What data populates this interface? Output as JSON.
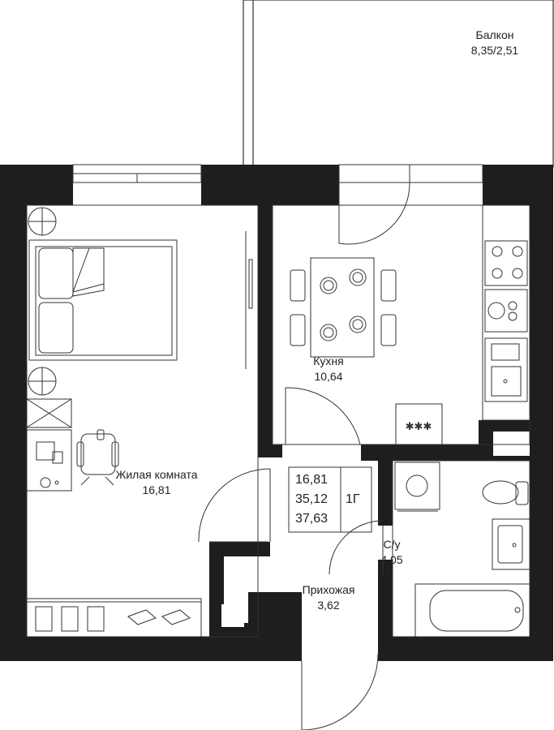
{
  "rooms": {
    "balcony": {
      "name": "Балкон",
      "area": "8,35/2,51"
    },
    "kitchen": {
      "name": "Кухня",
      "area": "10,64"
    },
    "living": {
      "name": "Жилая комната",
      "area": "16,81"
    },
    "bathroom": {
      "name": "С/у",
      "area": "4,05"
    },
    "hallway": {
      "name": "Прихожая",
      "area": "3,62"
    }
  },
  "summary": {
    "living_area": "16,81",
    "total_area": "35,12",
    "total_with_balcony": "37,63",
    "apartment_type": "1Г"
  },
  "colors": {
    "wall": "#1e1e1e",
    "line": "#333333",
    "fill_light": "#f2f2f2"
  }
}
